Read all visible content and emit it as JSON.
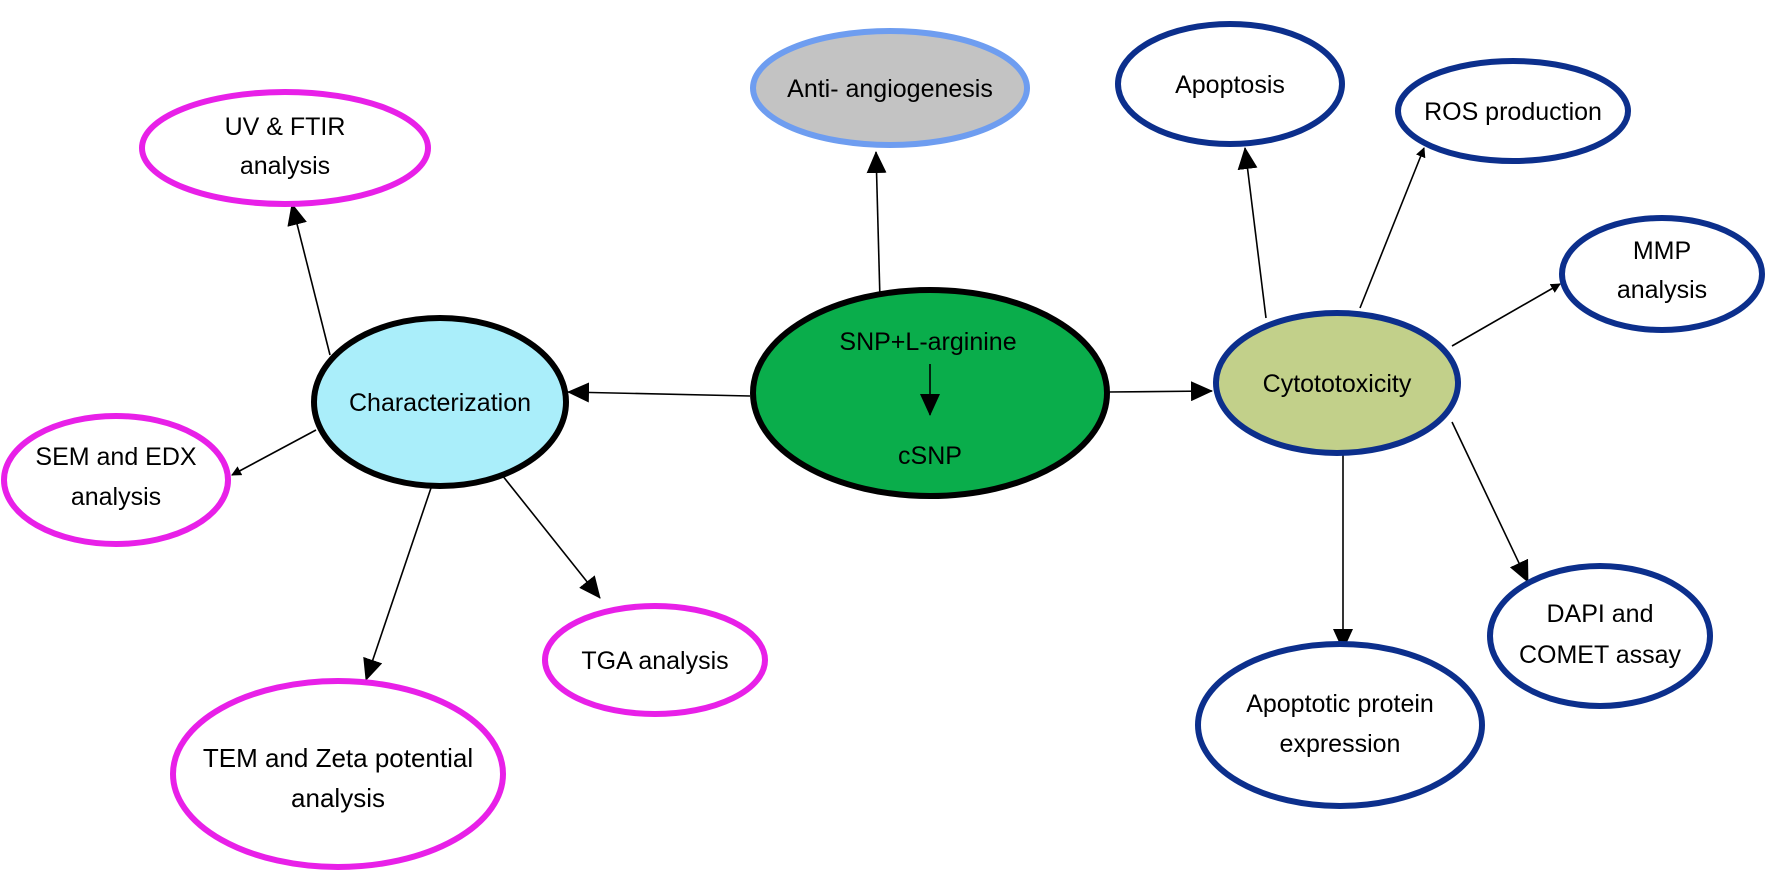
{
  "nodes": {
    "center": {
      "line1": "SNP+L-arginine",
      "line2": "cSNP",
      "fill": "#0aad4b",
      "stroke": "#000000"
    },
    "characterization": {
      "label": "Characterization",
      "fill": "#aaeefa",
      "stroke": "#000000"
    },
    "cytotoxicity": {
      "label": "Cytototoxicity",
      "fill": "#c2d08a",
      "stroke": "#0c2f8c"
    },
    "anti_angiogenesis": {
      "label": "Anti- angiogenesis",
      "fill": "#c3c3c3",
      "stroke": "#6e9df0"
    },
    "uv_ftir": {
      "line1": "UV & FTIR",
      "line2": "analysis"
    },
    "sem_edx": {
      "line1": "SEM and EDX",
      "line2": "analysis"
    },
    "tem_zeta": {
      "line1": "TEM and Zeta potential",
      "line2": "analysis"
    },
    "tga": {
      "label": "TGA analysis"
    },
    "apoptosis": {
      "label": "Apoptosis"
    },
    "ros": {
      "label": "ROS production"
    },
    "mmp": {
      "line1": "MMP",
      "line2": "analysis"
    },
    "dapi_comet": {
      "line1": "DAPI and",
      "line2": "COMET assay"
    },
    "apoptotic_protein": {
      "line1": "Apoptotic protein",
      "line2": "expression"
    }
  },
  "colors": {
    "characterization_children_stroke": "#e820e8",
    "cytotoxicity_children_stroke": "#0c2f8c",
    "arrow": "#000000"
  }
}
